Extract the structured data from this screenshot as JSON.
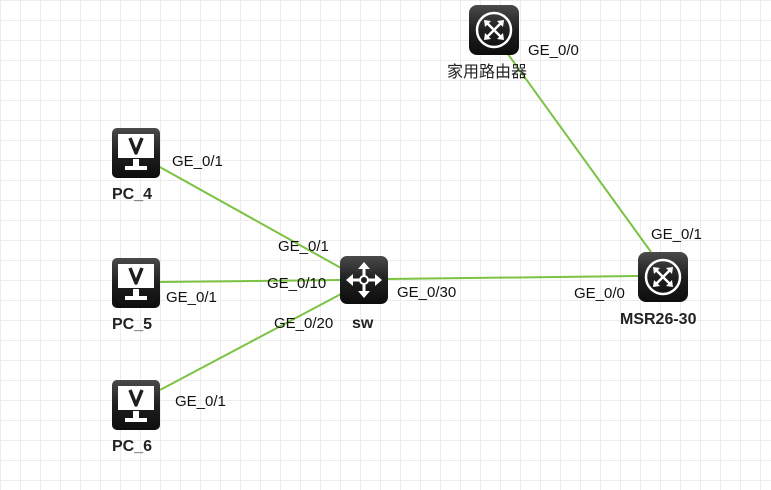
{
  "devices": {
    "pc4": {
      "label": "PC_4",
      "icon": "pc-monitor-icon"
    },
    "pc5": {
      "label": "PC_5",
      "icon": "pc-monitor-icon"
    },
    "pc6": {
      "label": "PC_6",
      "icon": "pc-monitor-icon"
    },
    "sw": {
      "label": "sw",
      "icon": "switch-icon"
    },
    "msr": {
      "label": "MSR26-30",
      "icon": "router-icon"
    },
    "home_router": {
      "label": "家用路由器",
      "icon": "router-icon"
    }
  },
  "links": [
    {
      "from": "pc4",
      "to": "sw",
      "from_port": "GE_0/1",
      "to_port": "GE_0/1"
    },
    {
      "from": "pc5",
      "to": "sw",
      "from_port": "GE_0/1",
      "to_port": "GE_0/10"
    },
    {
      "from": "pc6",
      "to": "sw",
      "from_port": "GE_0/1",
      "to_port": "GE_0/20"
    },
    {
      "from": "sw",
      "to": "msr",
      "from_port": "GE_0/30",
      "to_port": "GE_0/0"
    },
    {
      "from": "home_router",
      "to": "msr",
      "from_port": "GE_0/0",
      "to_port": "GE_0/1"
    }
  ],
  "colors": {
    "link": "#7cc243",
    "device_body": "#1e1e1e",
    "grid": "#ececec"
  }
}
